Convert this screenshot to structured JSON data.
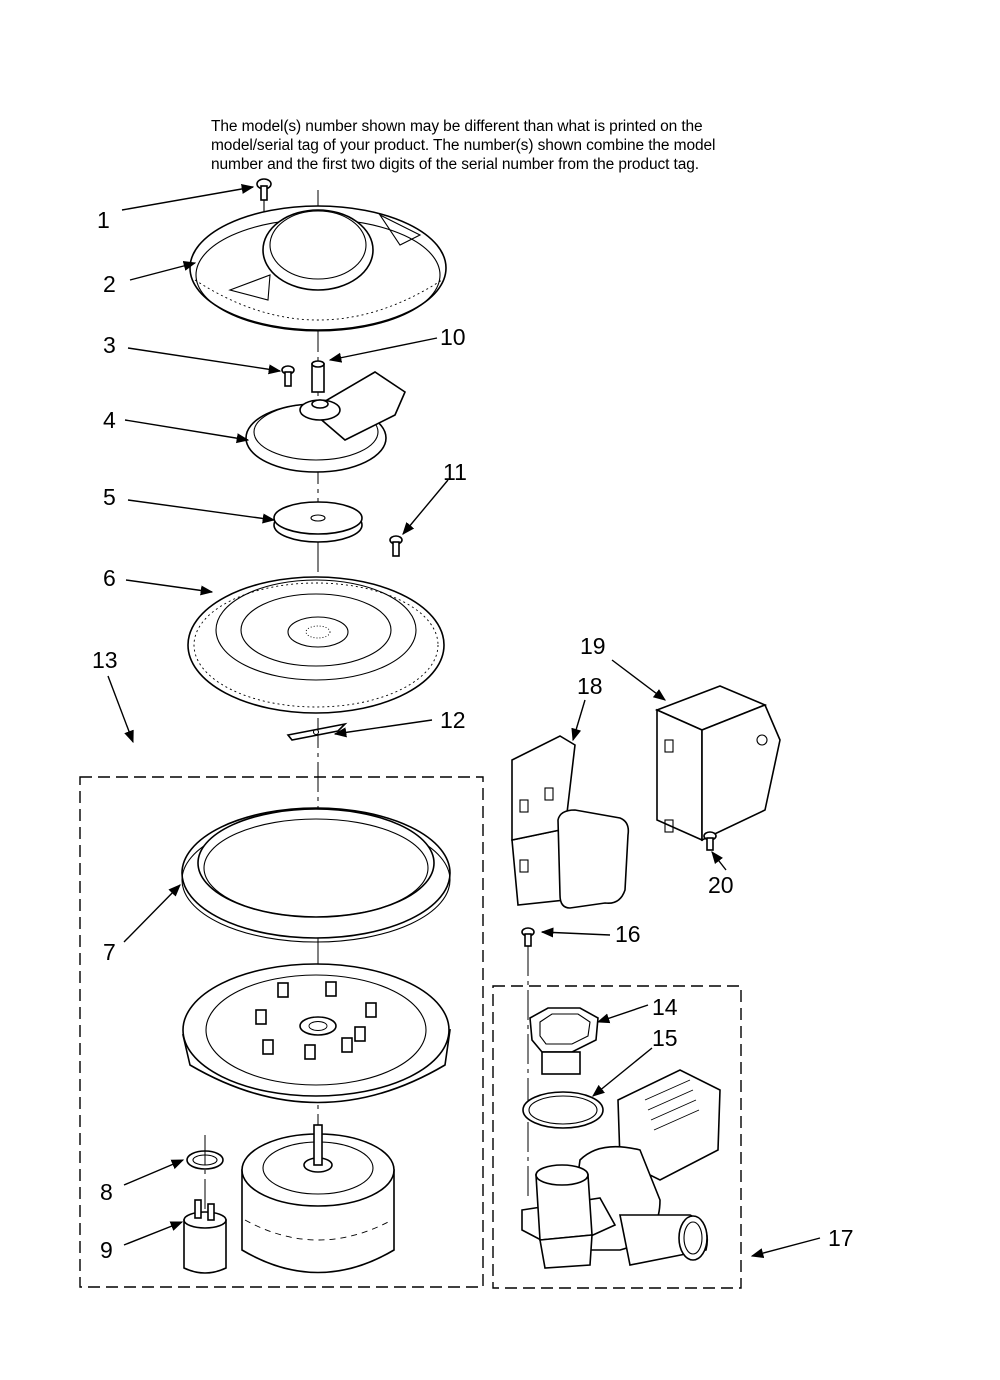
{
  "notice": {
    "line1": "The model(s) number shown may be different than what is printed on the",
    "line2": "model/serial tag of your product. The number(s) shown combine the model",
    "line3": "number and the first two digits of the serial number from the product tag."
  },
  "callouts": [
    "1",
    "2",
    "3",
    "4",
    "5",
    "6",
    "7",
    "8",
    "9",
    "10",
    "11",
    "12",
    "13",
    "14",
    "15",
    "16",
    "17",
    "18",
    "19",
    "20"
  ]
}
